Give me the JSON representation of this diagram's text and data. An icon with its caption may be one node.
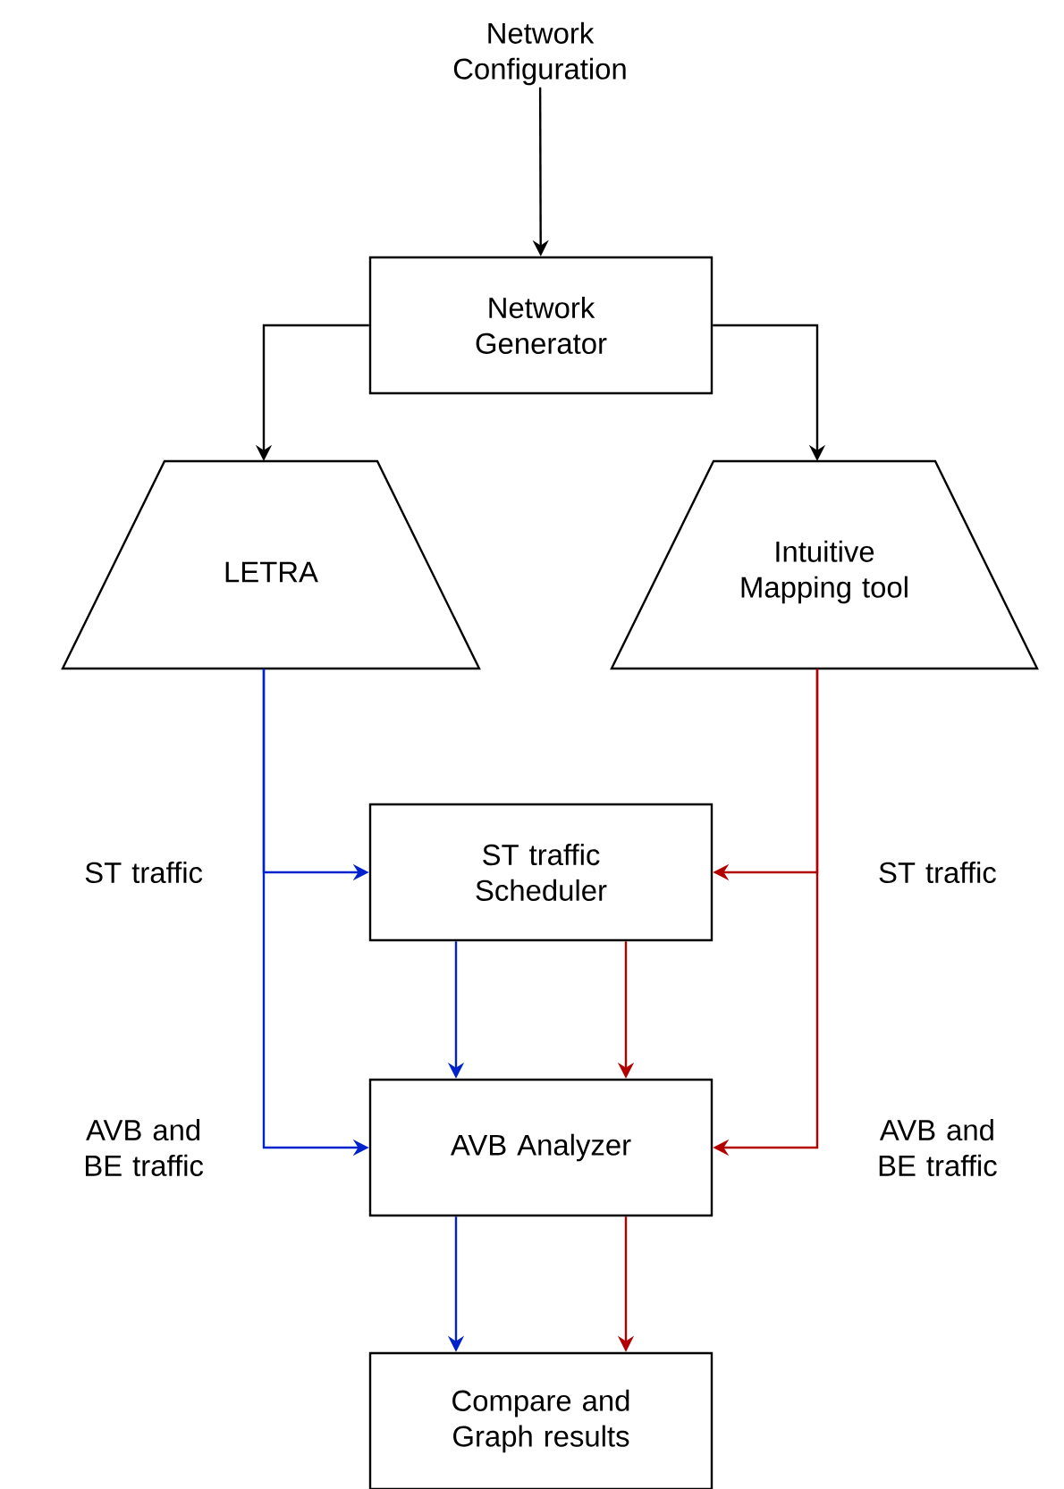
{
  "diagram": {
    "nodes": [
      {
        "text": [
          "Network Configuration"
        ]
      },
      {
        "text": [
          "Network Generator"
        ]
      },
      {
        "text": [
          "LETRA"
        ]
      },
      {
        "text": [
          "Intuitive Mapping tool"
        ]
      },
      {
        "text": [
          "ST traffic Scheduler"
        ]
      },
      {
        "text": [
          "AVB Analyzer"
        ]
      },
      {
        "text": [
          "Compare and Graph results"
        ]
      }
    ],
    "edges": [
      {
        "from": 0,
        "to": 1,
        "arrow": "to",
        "color": "#000000"
      },
      {
        "from": 1,
        "to": 2,
        "arrow": "to",
        "color": "#000000"
      },
      {
        "from": 1,
        "to": 3,
        "arrow": "to",
        "color": "#000000"
      },
      {
        "from": 2,
        "to": 4,
        "arrow": "to",
        "label": "ST traffic",
        "color": "#0022cc"
      },
      {
        "from": 2,
        "to": 5,
        "arrow": "to",
        "label": "AVB and BE traffic",
        "color": "#0022cc"
      },
      {
        "from": 3,
        "to": 4,
        "arrow": "to",
        "label": "ST traffic",
        "color": "#b20000"
      },
      {
        "from": 3,
        "to": 5,
        "arrow": "to",
        "label": "AVB and BE traffic",
        "color": "#b20000"
      },
      {
        "from": 4,
        "to": 5,
        "arrow": "to",
        "color": "#0022cc"
      },
      {
        "from": 4,
        "to": 5,
        "arrow": "to",
        "color": "#b20000"
      },
      {
        "from": 5,
        "to": 6,
        "arrow": "to",
        "color": "#0022cc"
      },
      {
        "from": 5,
        "to": 6,
        "arrow": "to",
        "color": "#b20000"
      }
    ]
  }
}
